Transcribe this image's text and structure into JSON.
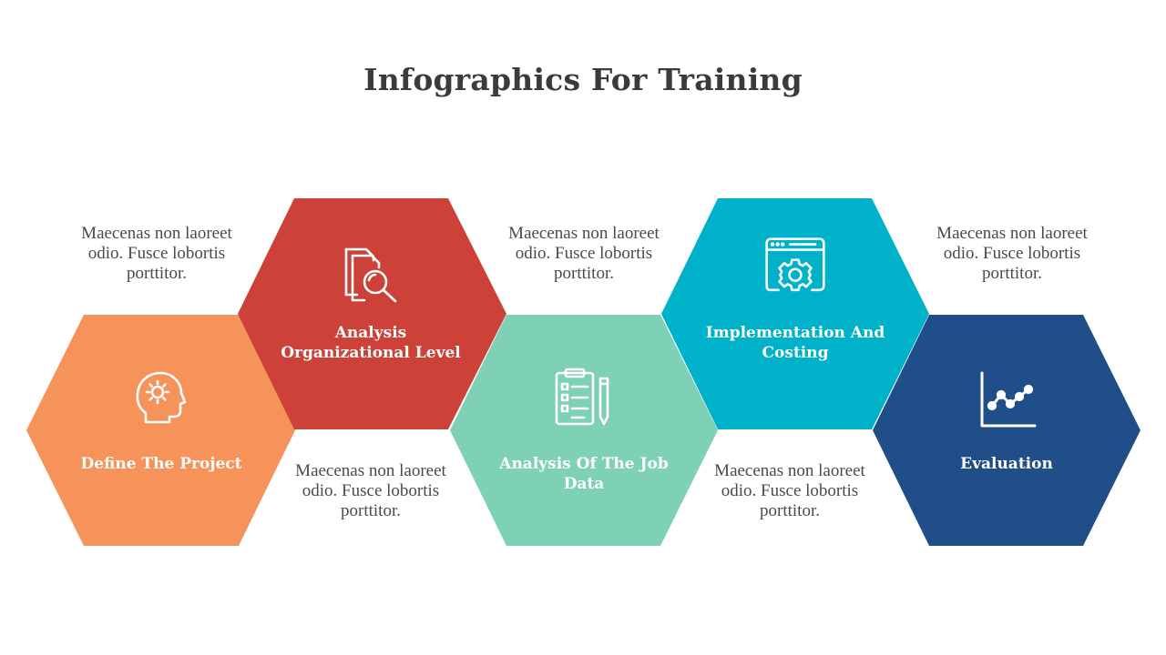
{
  "title": "Infographics For Training",
  "colors": {
    "orange": "#F5935A",
    "red": "#CC4238",
    "mint": "#7ED1B6",
    "cyan": "#00B1CA",
    "navy": "#1F4E89"
  },
  "steps": [
    {
      "label": "Define The Project",
      "icon": "head-gear-icon",
      "color": "#F5935A"
    },
    {
      "label": "Analysis Organizational Level",
      "icon": "document-search-icon",
      "color": "#CC4238"
    },
    {
      "label": "Analysis Of The Job Data",
      "icon": "clipboard-checklist-icon",
      "color": "#7ED1B6"
    },
    {
      "label": "Implementation And Costing",
      "icon": "browser-gear-icon",
      "color": "#00B1CA"
    },
    {
      "label": "Evaluation",
      "icon": "line-chart-icon",
      "color": "#1F4E89"
    }
  ],
  "descriptions": [
    "Maecenas non laoreet odio. Fusce lobortis porttitor.",
    "Maecenas non laoreet odio. Fusce lobortis porttitor.",
    "Maecenas non laoreet odio. Fusce lobortis porttitor.",
    "Maecenas non laoreet odio. Fusce lobortis porttitor.",
    "Maecenas non laoreet odio. Fusce lobortis porttitor."
  ]
}
